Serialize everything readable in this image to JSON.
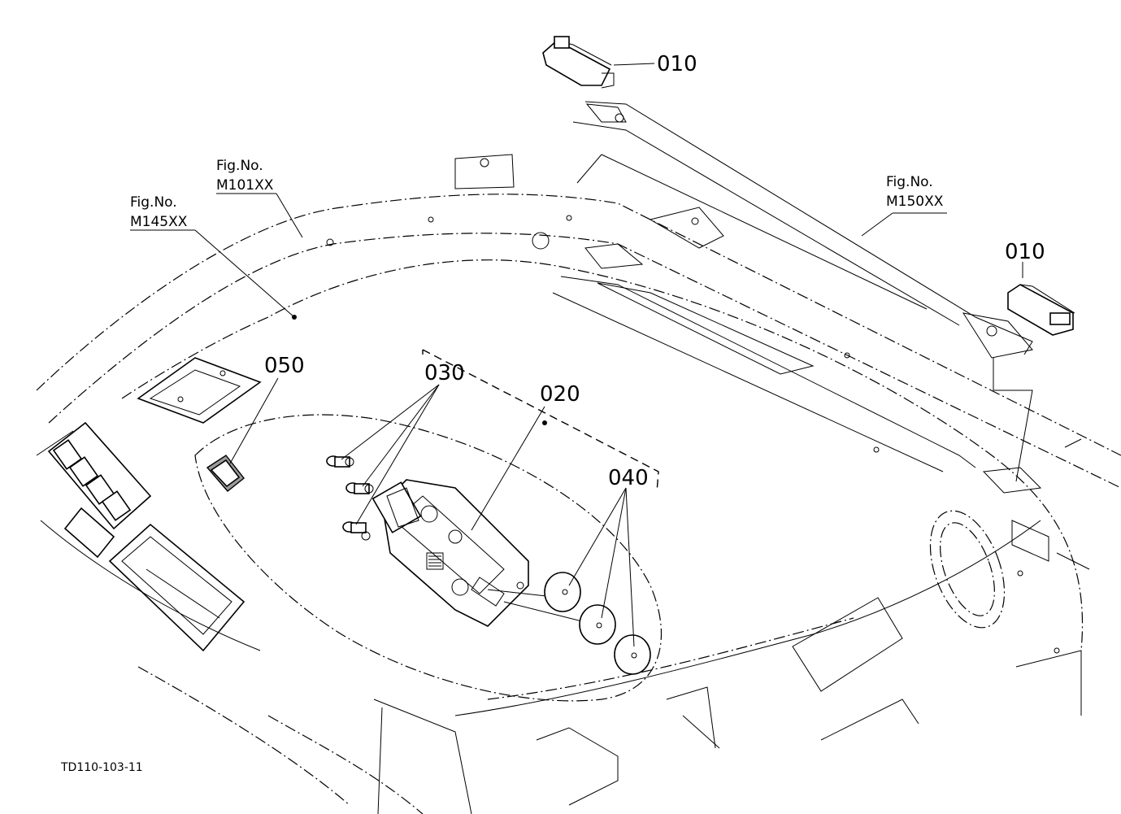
{
  "diagram": {
    "drawing_code": "TD110-103-11",
    "part_labels": {
      "p010_top": "010",
      "p010_right": "010",
      "p020": "020",
      "p030": "030",
      "p040": "040",
      "p050": "050"
    },
    "figure_refs": {
      "m101": {
        "prefix": "Fig.No.",
        "code": "M101XX"
      },
      "m145": {
        "prefix": "Fig.No.",
        "code": "M145XX"
      },
      "m150": {
        "prefix": "Fig.No.",
        "code": "M150XX"
      }
    }
  }
}
